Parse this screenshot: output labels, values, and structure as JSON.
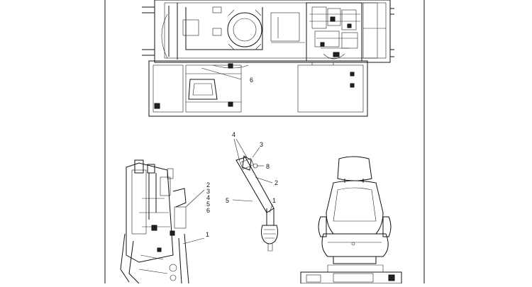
{
  "diagram": {
    "callouts_top": [
      {
        "id": "c6-top",
        "text": "6"
      }
    ],
    "callouts_lever": [
      {
        "id": "c4",
        "text": "4"
      },
      {
        "id": "c3",
        "text": "3"
      },
      {
        "id": "c8",
        "text": "8"
      },
      {
        "id": "c2",
        "text": "2"
      },
      {
        "id": "c5",
        "text": "5"
      },
      {
        "id": "c1",
        "text": "1"
      }
    ],
    "callouts_side_stack": [
      "2",
      "3",
      "4",
      "5",
      "6"
    ],
    "callouts_side_single": {
      "text": "1"
    }
  }
}
